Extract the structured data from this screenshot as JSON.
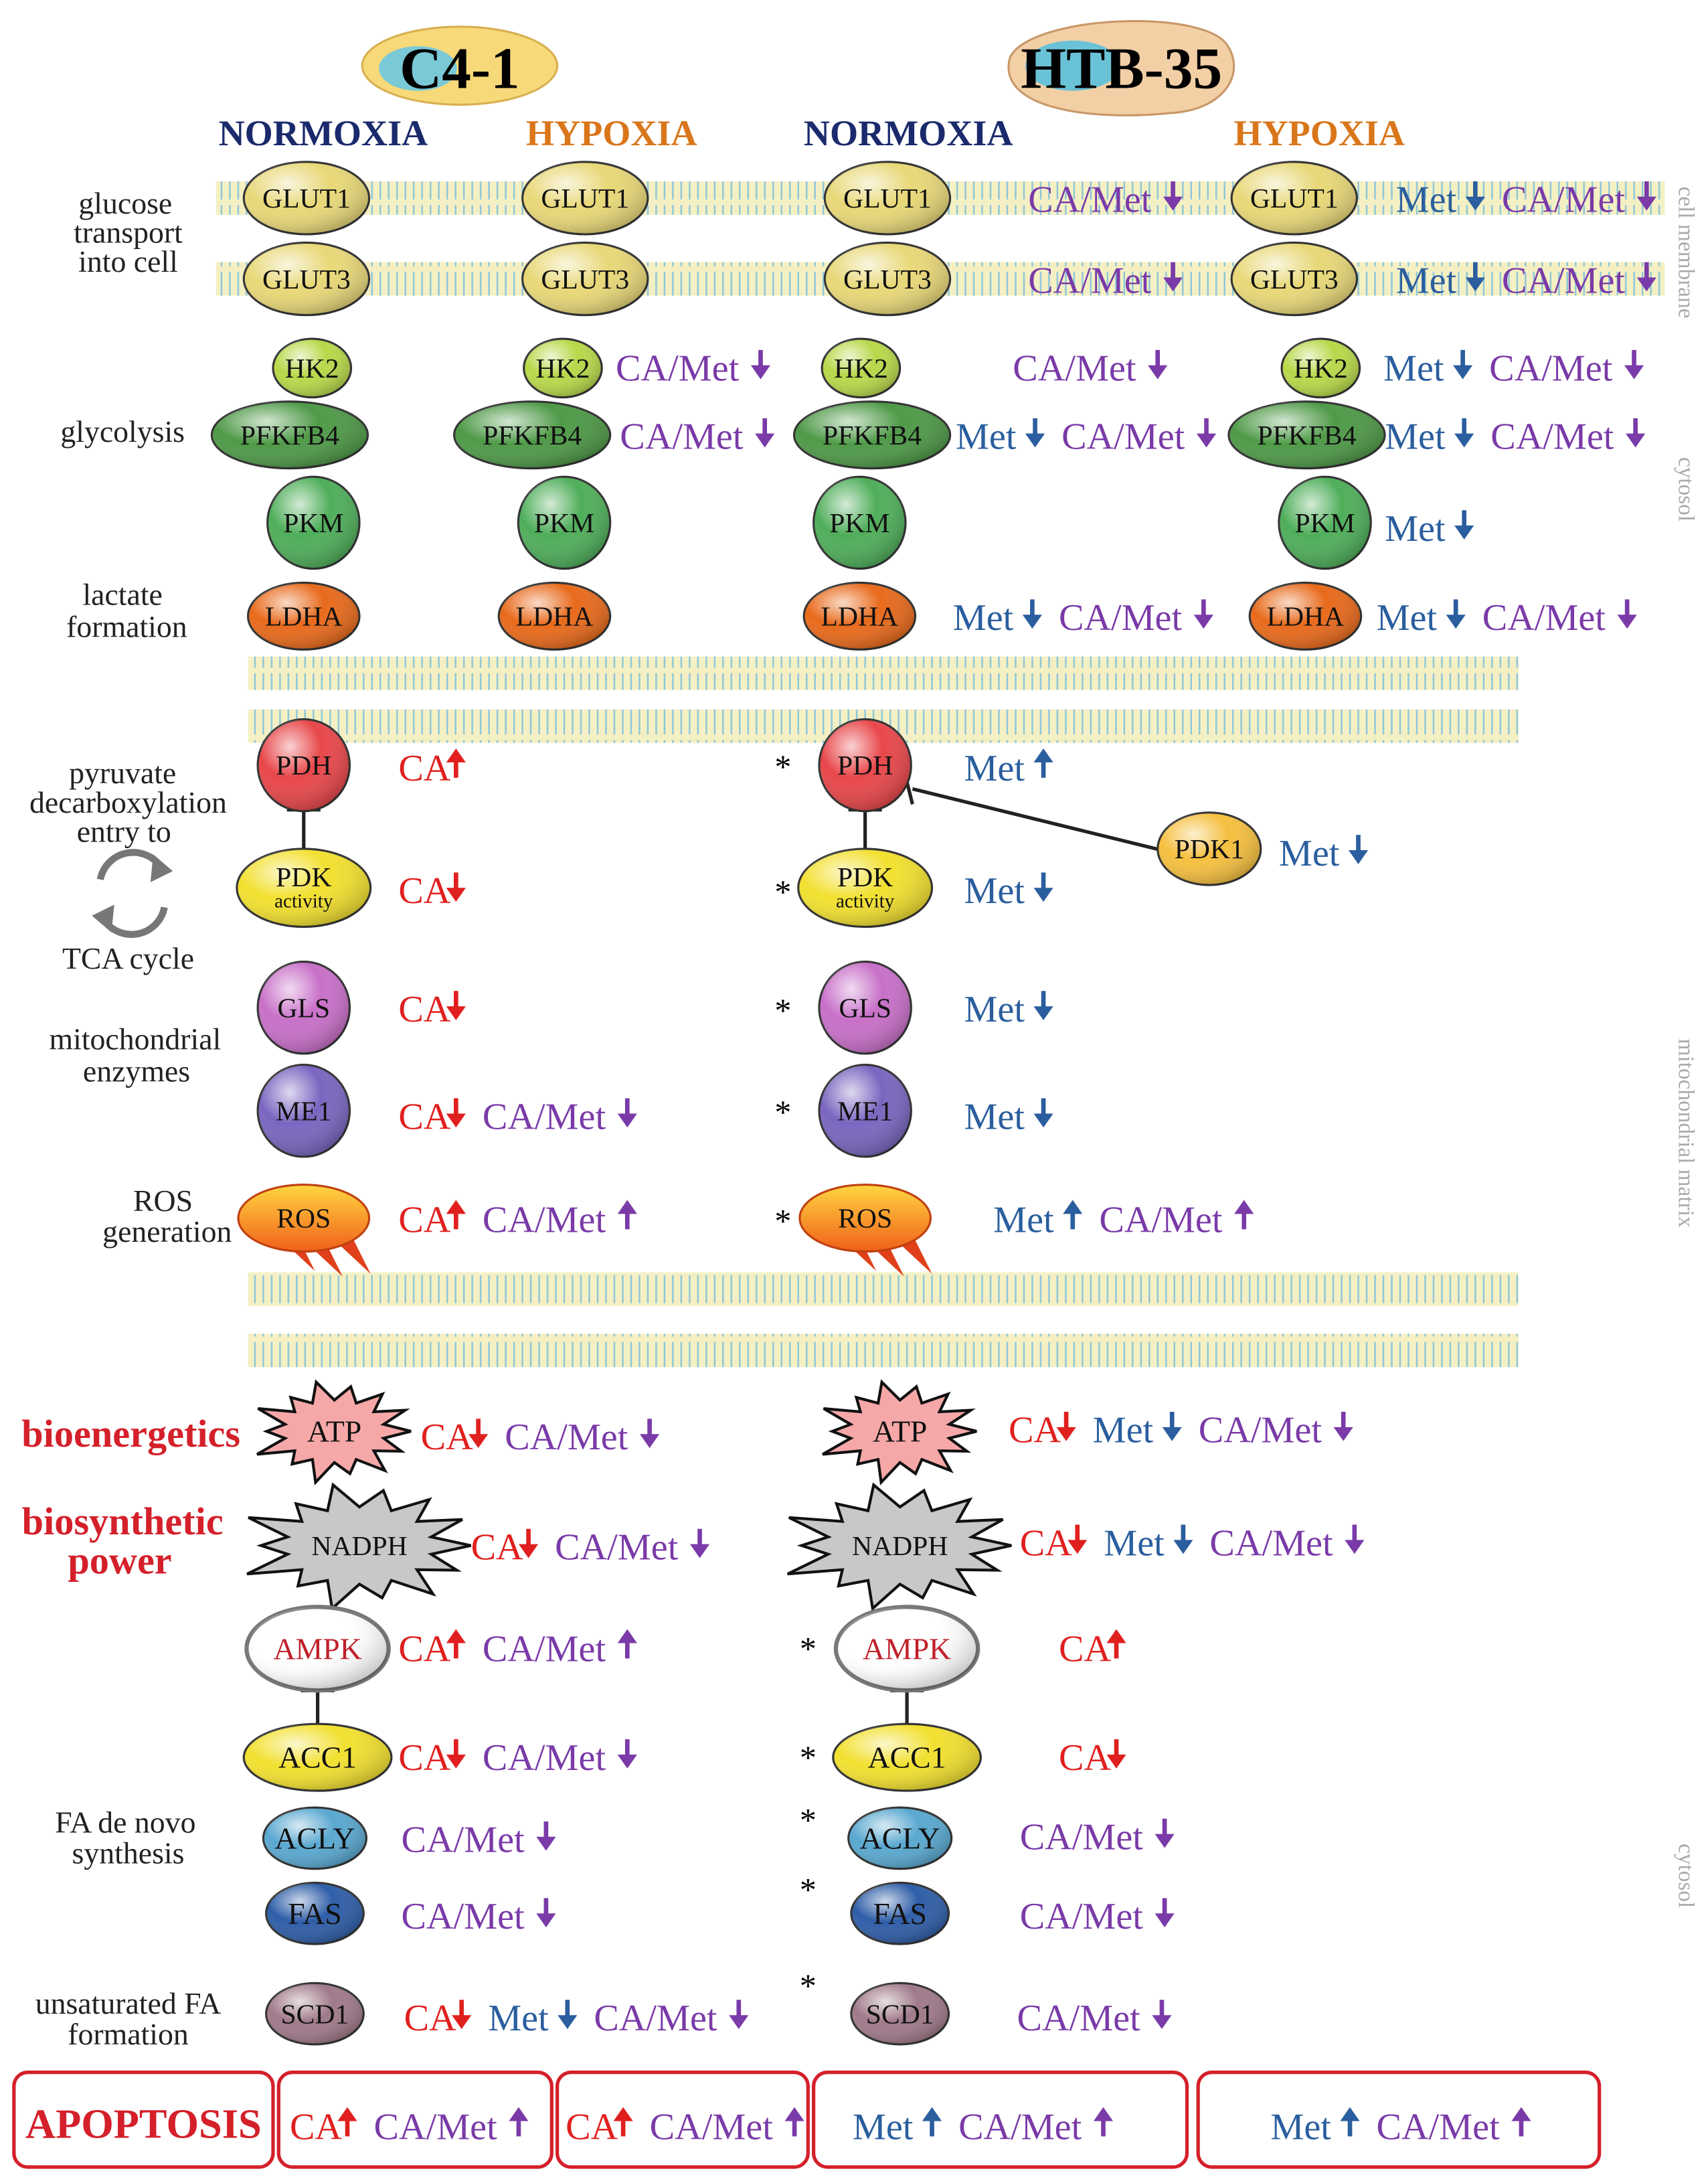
{
  "header": {
    "line1": {
      "label": "C4-1",
      "fill": "#f7d97a",
      "accent": "#6cc6e0"
    },
    "line2": {
      "label": "HTB-35",
      "fill": "#f3cfa6",
      "accent": "#5bc0dc"
    },
    "conditions": [
      "NORMOXIA",
      "HYPOXIA",
      "NORMOXIA",
      "HYPOXIA"
    ]
  },
  "compartments": [
    "cell membrane",
    "cytosol",
    "mitochondrial matrix",
    "cytosol"
  ],
  "process_labels": [
    [
      "glucose",
      "transport",
      "into cell"
    ],
    [
      "glycolysis"
    ],
    [
      "lactate",
      "formation"
    ],
    [
      "pyruvate",
      "decarboxylation",
      "entry to"
    ],
    [
      "TCA cycle"
    ],
    [
      "mitochondrial",
      "enzymes"
    ],
    [
      "ROS",
      "generation"
    ],
    [
      "bioenergetics"
    ],
    [
      "biosynthetic",
      "power"
    ],
    [
      "FA de novo",
      "synthesis"
    ],
    [
      "unsaturated FA",
      "formation"
    ]
  ],
  "nodes": [
    {
      "id": "glut1-c4-n",
      "label": "GLUT1",
      "color": "#e8d878",
      "shape": "ellipse"
    },
    {
      "id": "glut1-c4-h",
      "label": "GLUT1",
      "color": "#e8d878",
      "shape": "ellipse"
    },
    {
      "id": "glut1-htb-n",
      "label": "GLUT1",
      "color": "#e8d878",
      "shape": "ellipse"
    },
    {
      "id": "glut1-htb-h",
      "label": "GLUT1",
      "color": "#e8d878",
      "shape": "ellipse"
    },
    {
      "id": "glut3-c4-n",
      "label": "GLUT3",
      "color": "#e8d878",
      "shape": "ellipse"
    },
    {
      "id": "glut3-c4-h",
      "label": "GLUT3",
      "color": "#e8d878",
      "shape": "ellipse"
    },
    {
      "id": "glut3-htb-n",
      "label": "GLUT3",
      "color": "#e8d878",
      "shape": "ellipse"
    },
    {
      "id": "glut3-htb-h",
      "label": "GLUT3",
      "color": "#e8d878",
      "shape": "ellipse"
    },
    {
      "id": "hk2-c4-n",
      "label": "HK2",
      "color": "#b8d84a",
      "shape": "ellipse"
    },
    {
      "id": "hk2-c4-h",
      "label": "HK2",
      "color": "#b8d84a",
      "shape": "ellipse"
    },
    {
      "id": "hk2-htb-n",
      "label": "HK2",
      "color": "#b8d84a",
      "shape": "ellipse"
    },
    {
      "id": "hk2-htb-h",
      "label": "HK2",
      "color": "#b8d84a",
      "shape": "ellipse"
    },
    {
      "id": "pfkfb4-c4-n",
      "label": "PFKFB4",
      "color": "#4f9a48",
      "shape": "ellipse"
    },
    {
      "id": "pfkfb4-c4-h",
      "label": "PFKFB4",
      "color": "#4f9a48",
      "shape": "ellipse"
    },
    {
      "id": "pfkfb4-htb-n",
      "label": "PFKFB4",
      "color": "#4f9a48",
      "shape": "ellipse"
    },
    {
      "id": "pfkfb4-htb-h",
      "label": "PFKFB4",
      "color": "#4f9a48",
      "shape": "ellipse"
    },
    {
      "id": "pkm-c4-n",
      "label": "PKM",
      "color": "#4fae5a",
      "shape": "circle"
    },
    {
      "id": "pkm-c4-h",
      "label": "PKM",
      "color": "#4fae5a",
      "shape": "circle"
    },
    {
      "id": "pkm-htb-n",
      "label": "PKM",
      "color": "#4fae5a",
      "shape": "circle"
    },
    {
      "id": "pkm-htb-h",
      "label": "PKM",
      "color": "#4fae5a",
      "shape": "circle"
    },
    {
      "id": "ldha-c4-n",
      "label": "LDHA",
      "color": "#e86a1c",
      "shape": "ellipse"
    },
    {
      "id": "ldha-c4-h",
      "label": "LDHA",
      "color": "#e86a1c",
      "shape": "ellipse"
    },
    {
      "id": "ldha-htb-n",
      "label": "LDHA",
      "color": "#e86a1c",
      "shape": "ellipse"
    },
    {
      "id": "ldha-htb-h",
      "label": "LDHA",
      "color": "#e86a1c",
      "shape": "ellipse"
    },
    {
      "id": "pdh-c4",
      "label": "PDH",
      "color": "#e8474a",
      "shape": "circle"
    },
    {
      "id": "pdh-htb",
      "label": "PDH",
      "color": "#e8474a",
      "shape": "circle"
    },
    {
      "id": "pdk-c4",
      "label": "PDK",
      "sublabel": "activity",
      "color": "#f2e030",
      "shape": "ellipse"
    },
    {
      "id": "pdk-htb",
      "label": "PDK",
      "sublabel": "activity",
      "color": "#f2e030",
      "shape": "ellipse"
    },
    {
      "id": "pdk1-htb",
      "label": "PDK1",
      "color": "#f5c040",
      "shape": "ellipse"
    },
    {
      "id": "gls-c4",
      "label": "GLS",
      "color": "#c870c8",
      "shape": "circle"
    },
    {
      "id": "gls-htb",
      "label": "GLS",
      "color": "#c870c8",
      "shape": "circle"
    },
    {
      "id": "me1-c4",
      "label": "ME1",
      "color": "#7a66c0",
      "shape": "circle"
    },
    {
      "id": "me1-htb",
      "label": "ME1",
      "color": "#7a66c0",
      "shape": "circle"
    },
    {
      "id": "ros-c4",
      "label": "ROS",
      "color": "#f5a020",
      "shape": "burst"
    },
    {
      "id": "ros-htb",
      "label": "ROS",
      "color": "#f5a020",
      "shape": "burst"
    },
    {
      "id": "atp-c4",
      "label": "ATP",
      "color": "#f6a8a8",
      "shape": "star"
    },
    {
      "id": "atp-htb",
      "label": "ATP",
      "color": "#f6a8a8",
      "shape": "star"
    },
    {
      "id": "nadph-c4",
      "label": "NADPH",
      "color": "#c8c8c8",
      "shape": "star"
    },
    {
      "id": "nadph-htb",
      "label": "NADPH",
      "color": "#c8c8c8",
      "shape": "star"
    },
    {
      "id": "ampk-c4",
      "label": "AMPK",
      "color": "#ffffff",
      "shape": "ellipse"
    },
    {
      "id": "ampk-htb",
      "label": "AMPK",
      "color": "#ffffff",
      "shape": "ellipse"
    },
    {
      "id": "acc1-c4",
      "label": "ACC1",
      "color": "#f2e030",
      "shape": "ellipse"
    },
    {
      "id": "acc1-htb",
      "label": "ACC1",
      "color": "#f2e030",
      "shape": "ellipse"
    },
    {
      "id": "acly-c4",
      "label": "ACLY",
      "color": "#5aa8d0",
      "shape": "ellipse"
    },
    {
      "id": "acly-htb",
      "label": "ACLY",
      "color": "#5aa8d0",
      "shape": "ellipse"
    },
    {
      "id": "fas-c4",
      "label": "FAS",
      "color": "#2f5ea8",
      "shape": "ellipse"
    },
    {
      "id": "fas-htb",
      "label": "FAS",
      "color": "#2f5ea8",
      "shape": "ellipse"
    },
    {
      "id": "scd1-c4",
      "label": "SCD1",
      "color": "#a07a8a",
      "shape": "ellipse"
    },
    {
      "id": "scd1-htb",
      "label": "SCD1",
      "color": "#a07a8a",
      "shape": "ellipse"
    }
  ],
  "effects": [
    {
      "id": "e-glut1-c4n",
      "parts": [
        [
          "CA/Met",
          "down"
        ]
      ]
    },
    {
      "id": "e-glut1-htbh",
      "parts": [
        [
          "Met",
          "down"
        ],
        [
          "CA/Met",
          "down"
        ]
      ]
    },
    {
      "id": "e-glut3-c4n",
      "parts": [
        [
          "CA/Met",
          "down"
        ]
      ]
    },
    {
      "id": "e-glut3-htbh",
      "parts": [
        [
          "Met",
          "down"
        ],
        [
          "CA/Met",
          "down"
        ]
      ]
    },
    {
      "id": "e-hk2-c4h",
      "parts": [
        [
          "CA/Met",
          "down"
        ]
      ]
    },
    {
      "id": "e-hk2-htbn",
      "parts": [
        [
          "CA/Met",
          "down"
        ]
      ]
    },
    {
      "id": "e-hk2-htbh",
      "parts": [
        [
          "Met",
          "down"
        ],
        [
          "CA/Met",
          "down"
        ]
      ]
    },
    {
      "id": "e-pfk-c4h",
      "parts": [
        [
          "CA/Met",
          "down"
        ]
      ]
    },
    {
      "id": "e-pfk-htbn",
      "parts": [
        [
          "Met",
          "down"
        ],
        [
          "CA/Met",
          "down"
        ]
      ]
    },
    {
      "id": "e-pfk-htbh",
      "parts": [
        [
          "Met",
          "down"
        ],
        [
          "CA/Met",
          "down"
        ]
      ]
    },
    {
      "id": "e-pkm-htbh",
      "parts": [
        [
          "Met",
          "down"
        ]
      ]
    },
    {
      "id": "e-ldha-htbn",
      "parts": [
        [
          "Met",
          "down"
        ],
        [
          "CA/Met",
          "down"
        ]
      ]
    },
    {
      "id": "e-ldha-htbh",
      "parts": [
        [
          "Met",
          "down"
        ],
        [
          "CA/Met",
          "down"
        ]
      ]
    },
    {
      "id": "e-pdh-c4",
      "parts": [
        [
          "CA",
          "up"
        ]
      ]
    },
    {
      "id": "e-pdh-htb",
      "parts": [
        [
          "Met",
          "up"
        ]
      ]
    },
    {
      "id": "e-pdk1",
      "parts": [
        [
          "Met",
          "down"
        ]
      ]
    },
    {
      "id": "e-pdk-c4",
      "parts": [
        [
          "CA",
          "down"
        ]
      ]
    },
    {
      "id": "e-pdk-htb",
      "parts": [
        [
          "Met",
          "down"
        ]
      ]
    },
    {
      "id": "e-gls-c4",
      "parts": [
        [
          "CA",
          "down"
        ]
      ]
    },
    {
      "id": "e-gls-htb",
      "parts": [
        [
          "Met",
          "down"
        ]
      ]
    },
    {
      "id": "e-me1-c4",
      "parts": [
        [
          "CA",
          "down"
        ],
        [
          "CA/Met",
          "down"
        ]
      ]
    },
    {
      "id": "e-me1-htb",
      "parts": [
        [
          "Met",
          "down"
        ]
      ]
    },
    {
      "id": "e-ros-c4",
      "parts": [
        [
          "CA",
          "up"
        ],
        [
          "CA/Met",
          "up"
        ]
      ]
    },
    {
      "id": "e-ros-htb",
      "parts": [
        [
          "Met",
          "up"
        ],
        [
          "CA/Met",
          "up"
        ]
      ]
    },
    {
      "id": "e-atp-c4",
      "parts": [
        [
          "CA",
          "down"
        ],
        [
          "CA/Met",
          "down"
        ]
      ]
    },
    {
      "id": "e-atp-htb",
      "parts": [
        [
          "CA",
          "down"
        ],
        [
          "Met",
          "down"
        ],
        [
          "CA/Met",
          "down"
        ]
      ]
    },
    {
      "id": "e-nadph-c4",
      "parts": [
        [
          "CA",
          "down"
        ],
        [
          "CA/Met",
          "down"
        ]
      ]
    },
    {
      "id": "e-nadph-htb",
      "parts": [
        [
          "CA",
          "down"
        ],
        [
          "Met",
          "down"
        ],
        [
          "CA/Met",
          "down"
        ]
      ]
    },
    {
      "id": "e-ampk-c4",
      "parts": [
        [
          "CA",
          "up"
        ],
        [
          "CA/Met",
          "up"
        ]
      ]
    },
    {
      "id": "e-ampk-htb",
      "parts": [
        [
          "CA",
          "up"
        ]
      ]
    },
    {
      "id": "e-acc1-c4",
      "parts": [
        [
          "CA",
          "down"
        ],
        [
          "CA/Met",
          "down"
        ]
      ]
    },
    {
      "id": "e-acc1-htb",
      "parts": [
        [
          "CA",
          "down"
        ]
      ]
    },
    {
      "id": "e-acly-c4",
      "parts": [
        [
          "CA/Met",
          "down"
        ]
      ]
    },
    {
      "id": "e-acly-htb",
      "parts": [
        [
          "CA/Met",
          "down"
        ]
      ]
    },
    {
      "id": "e-fas-c4",
      "parts": [
        [
          "CA/Met",
          "down"
        ]
      ]
    },
    {
      "id": "e-fas-htb",
      "parts": [
        [
          "CA/Met",
          "down"
        ]
      ]
    },
    {
      "id": "e-scd1-c4",
      "parts": [
        [
          "CA",
          "down"
        ],
        [
          "Met",
          "down"
        ],
        [
          "CA/Met",
          "down"
        ]
      ]
    },
    {
      "id": "e-scd1-htb",
      "parts": [
        [
          "CA/Met",
          "down"
        ]
      ]
    }
  ],
  "apoptosis": {
    "label": "APOPTOSIS",
    "boxes": [
      [
        [
          "CA",
          "up"
        ],
        [
          "CA/Met",
          "up"
        ]
      ],
      [
        [
          "CA",
          "up"
        ],
        [
          "CA/Met",
          "up"
        ]
      ],
      [
        [
          "Met",
          "up"
        ],
        [
          "CA/Met",
          "up"
        ]
      ],
      [
        [
          "Met",
          "up"
        ],
        [
          "CA/Met",
          "up"
        ]
      ]
    ]
  },
  "significance_marker": "*",
  "colors": {
    "CA": "#e0201e",
    "Met": "#2a5e9e",
    "CA/Met": "#7a3aa8",
    "title_navy": "#1a2a6c",
    "title_orange": "#d9761a",
    "process_red": "#d4202a",
    "compartment": "#aaaaaa",
    "membrane_fill": "#f4f0c4",
    "membrane_stripe": "#8ec7d8"
  }
}
